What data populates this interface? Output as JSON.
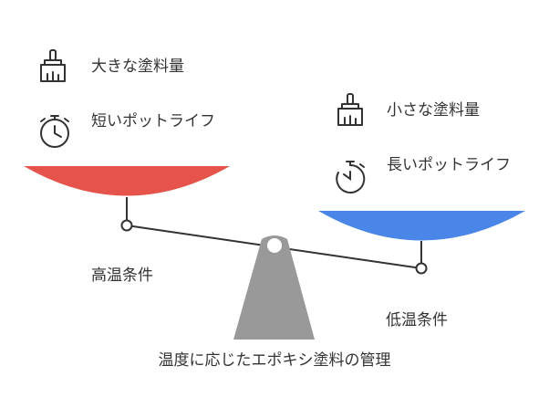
{
  "title": "温度に応じたエポキシ塗料の管理",
  "left": {
    "condition": "高温条件",
    "items": [
      {
        "icon": "paint-brush-icon",
        "label": "大きな塗料量"
      },
      {
        "icon": "stopwatch-icon",
        "label": "短いポットライフ"
      }
    ],
    "pan_color": "#e5534b"
  },
  "right": {
    "condition": "低温条件",
    "items": [
      {
        "icon": "paint-brush-icon",
        "label": "小さな塗料量"
      },
      {
        "icon": "stopwatch-icon",
        "label": "長いポットライフ"
      }
    ],
    "pan_color": "#4a86e8"
  },
  "colors": {
    "fulcrum": "#999999",
    "line": "#333333"
  }
}
